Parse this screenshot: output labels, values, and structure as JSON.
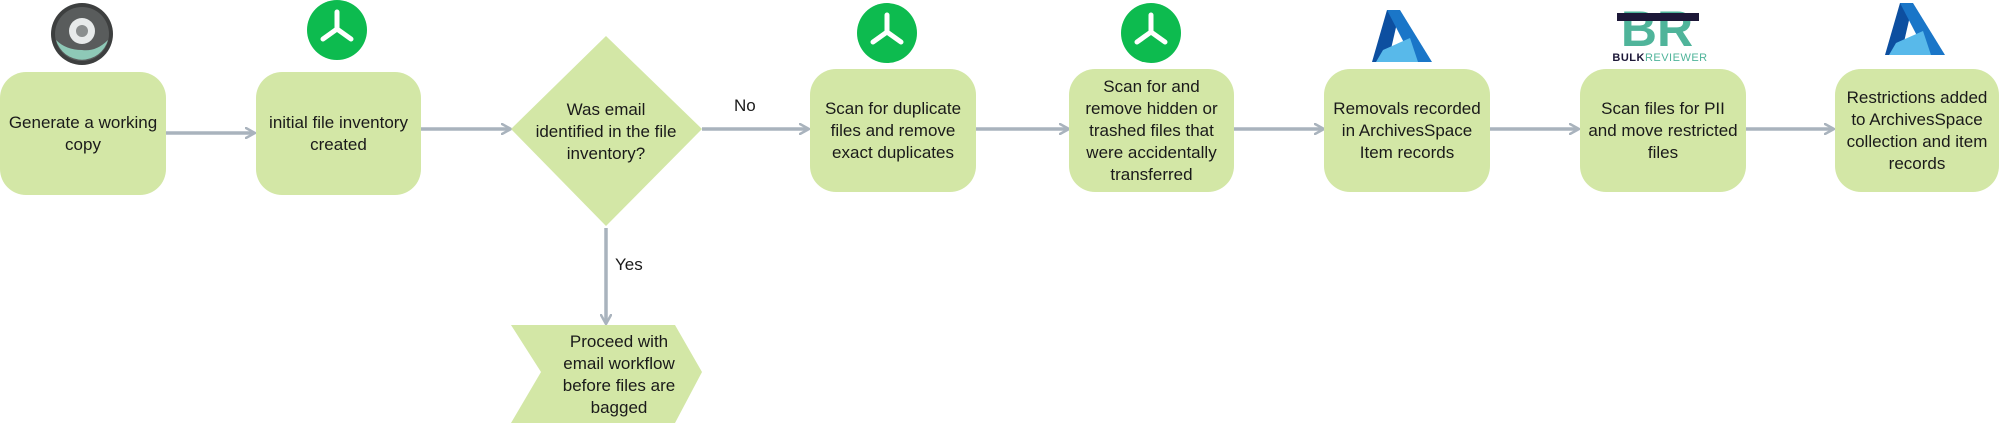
{
  "nodes": {
    "generate_copy": "Generate a working copy",
    "initial_inventory": "initial file inventory created",
    "email_decision": "Was email identified in the file inventory?",
    "email_workflow": "Proceed with email workflow before files are bagged",
    "scan_duplicates": "Scan for duplicate files and remove exact duplicates",
    "scan_hidden": "Scan for and remove hidden or trashed files that were accidentally transferred",
    "removals_recorded": "Removals recorded in ArchivesSpace Item records",
    "scan_pii": "Scan files for PII and move restricted files",
    "restrictions_added": "Restrictions added to ArchivesSpace collection and item records"
  },
  "edge_labels": {
    "no": "No",
    "yes": "Yes"
  },
  "logos": {
    "bulk_reviewer_part1": "BULK",
    "bulk_reviewer_part2": "REVIEWER",
    "bulk_reviewer_mark": "BR"
  },
  "icons": [
    "disk-image-icon",
    "treesize-icon",
    "archivesspace-icon",
    "bulk-reviewer-logo"
  ],
  "colors": {
    "node_fill": "#d3e7a6",
    "arrow": "#a9b3bd",
    "treesize_green": "#0dbb4f",
    "archivesspace_blue": "#1a76c8"
  }
}
